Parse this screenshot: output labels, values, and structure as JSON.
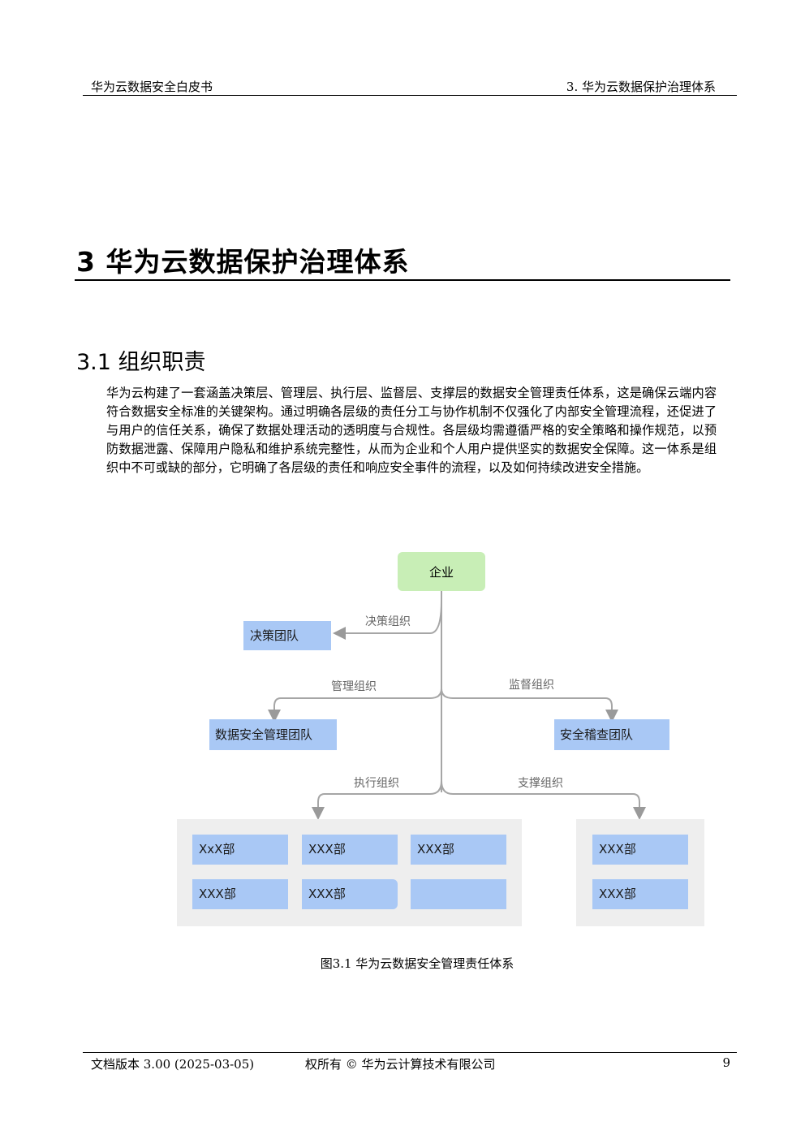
{
  "header": {
    "left": "华为云数据安全白皮书",
    "right": "3. 华为云数据保护治理体系"
  },
  "chapter": {
    "title": "3 华为云数据保护治理体系"
  },
  "section": {
    "title": "3.1 组织职责"
  },
  "body": {
    "paragraph": "华为云构建了一套涵盖决策层、管理层、执行层、监督层、支撑层的数据安全管理责任体系，这是确保云端内容符合数据安全标准的关键架构。通过明确各层级的责任分工与协作机制不仅强化了内部安全管理流程，还促进了与用户的信任关系，确保了数据处理活动的透明度与合规性。各层级均需遵循严格的安全策略和操作规范，以预防数据泄露、保障用户隐私和维护系统完整性，从而为企业和个人用户提供坚实的数据安全保障。这一体系是组织中不可或缺的部分，它明确了各层级的责任和响应安全事件的流程，以及如何持续改进安全措施。"
  },
  "diagram": {
    "root": "企业",
    "edges": {
      "decision": "决策组织",
      "management": "管理组织",
      "supervision": "监督组织",
      "execution": "执行组织",
      "support": "支撑组织"
    },
    "nodes": {
      "decision_team": "决策团队",
      "data_mgmt_team": "数据安全管理团队",
      "audit_team": "安全稽查团队"
    },
    "execution_units": [
      "XxX部",
      "XXX部",
      "XXX部",
      "XXX部",
      "XXX部",
      ""
    ],
    "support_units": [
      "XXX部",
      "XXX部"
    ]
  },
  "caption": "图3.1 华为云数据安全管理责任体系",
  "footer": {
    "version": "文档版本 3.00 (2025-03-05)",
    "copyright": "权所有 © 华为云计算技术有限公司",
    "page": "9"
  }
}
